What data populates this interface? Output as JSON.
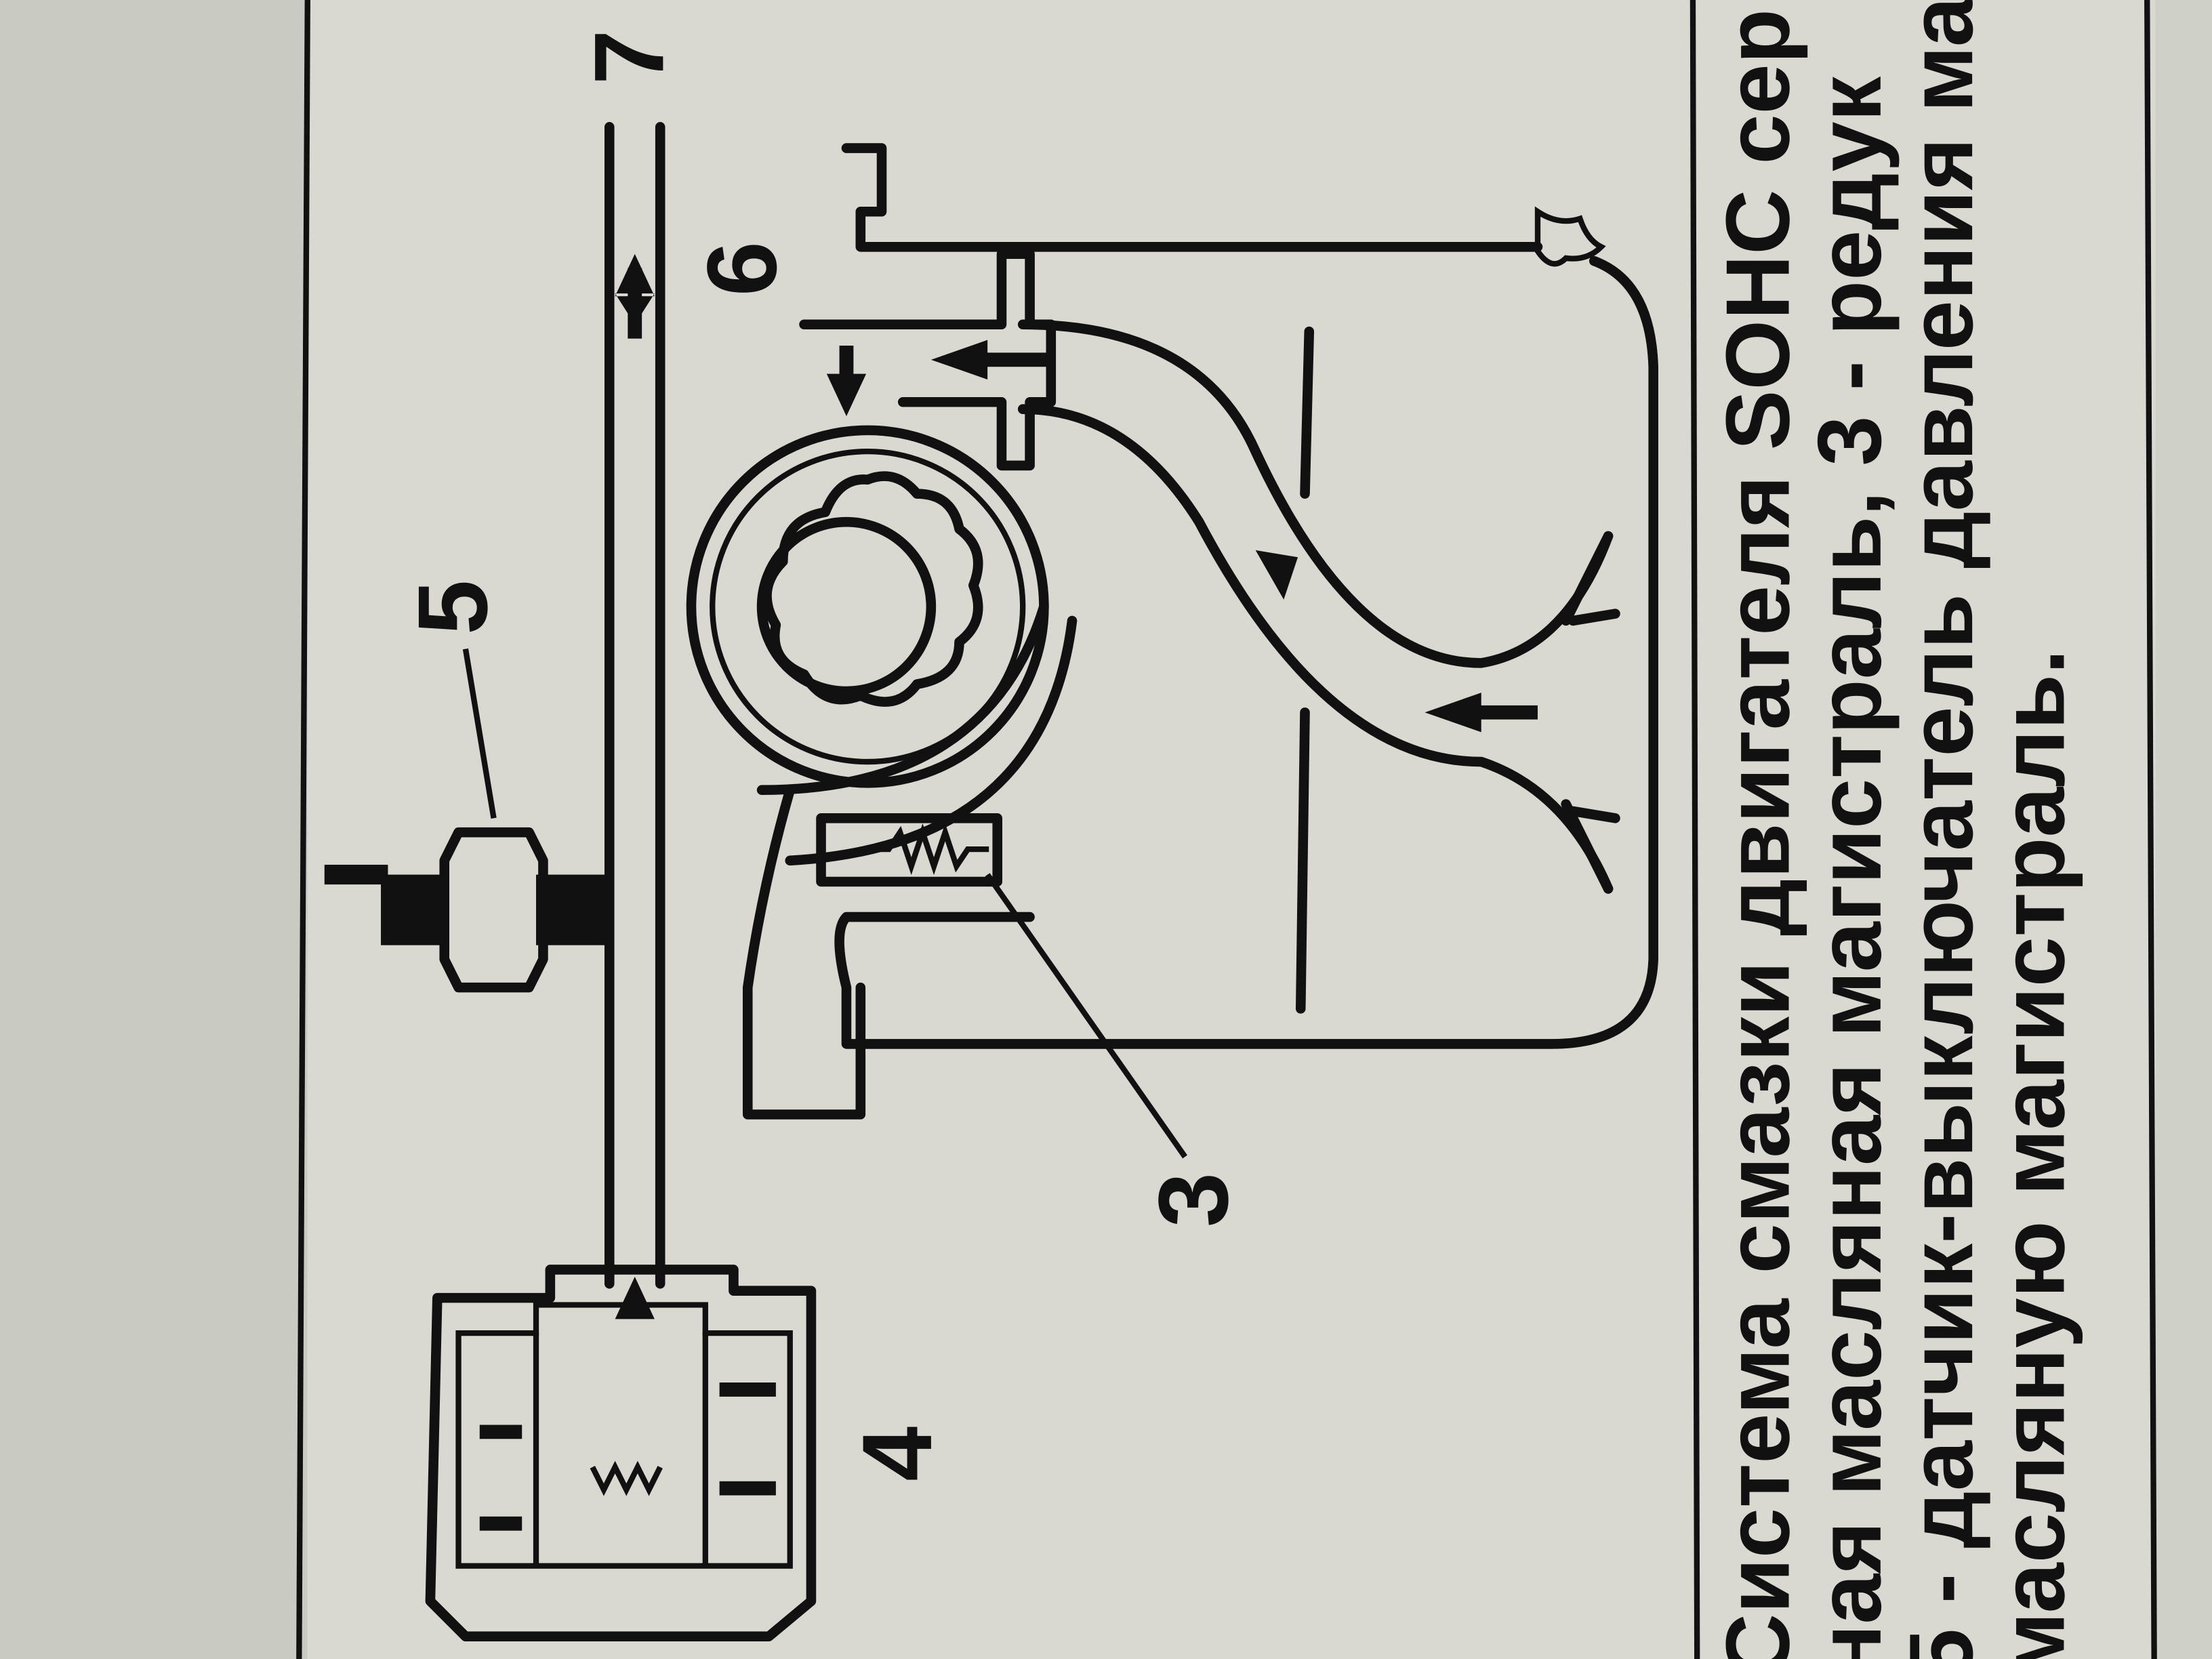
{
  "caption": {
    "lines": [
      "Система смазки двигателя SOHC сер",
      "ная масляная магистраль, 3 - редук",
      "5 - датчик-выключатель давления ма",
      "масляную магистраль."
    ]
  },
  "labels": {
    "main_gallery": "7",
    "oil_pump": "6",
    "pressure_switch": "5",
    "reducing_valve": "3",
    "oil_filter": "4"
  },
  "colors": {
    "paper": "#d9d9d2",
    "ink": "#111111",
    "margin": "#c9cbc2"
  }
}
